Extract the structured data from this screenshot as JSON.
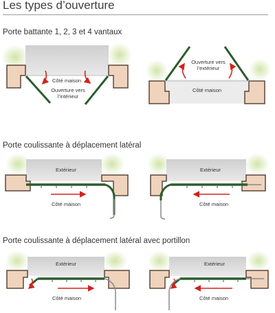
{
  "title": "Les types d’ouverture",
  "sections": [
    {
      "heading": "Porte battante 1, 2, 3 et 4 vantaux",
      "diagrams": [
        {
          "labels": {
            "inside": "Côté maison",
            "direction_line1": "Ouverture vers",
            "direction_line2": "l’intérieur"
          }
        },
        {
          "labels": {
            "inside": "Côté maison",
            "direction_line1": "Ouverture vers",
            "direction_line2": "l’extérieur"
          }
        }
      ]
    },
    {
      "heading": "Porte coulissante à déplacement latéral",
      "diagrams": [
        {
          "labels": {
            "outside": "Extérieur",
            "inside": "Côté maison"
          }
        },
        {
          "labels": {
            "outside": "Extérieur",
            "inside": "Côté maison"
          }
        }
      ]
    },
    {
      "heading": "Porte coulissante à déplacement latéral avec portillon",
      "diagrams": [
        {
          "labels": {
            "outside": "Extérieur",
            "inside": "Côté maison"
          }
        },
        {
          "labels": {
            "outside": "Extérieur",
            "inside": "Côté maison"
          }
        }
      ]
    }
  ],
  "colors": {
    "wall": "#efd3bc",
    "wall_edge": "#5b463b",
    "opening": "#d9d9da",
    "grass": "#cfe3a4",
    "door": "#2b5d2d",
    "arrow": "#d1231c",
    "rail": "#8a8a8a"
  }
}
